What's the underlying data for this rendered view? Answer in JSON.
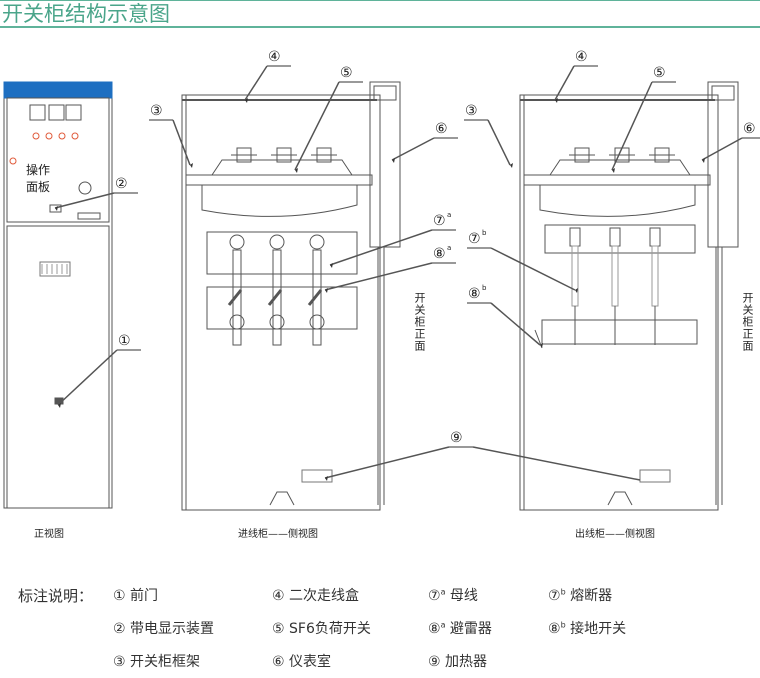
{
  "title": "开关柜结构示意图",
  "colors": {
    "accent": "#4aa58a",
    "panel_top": "#1e6fc1",
    "line": "#555555",
    "marker": "#e05a3a"
  },
  "views": {
    "front": "正视图",
    "incoming": "进线柜——侧视图",
    "outgoing": "出线柜——侧视图",
    "front_side_label": "开关柜正面",
    "operation_panel": "操作面板"
  },
  "callouts": {
    "c1": "①",
    "c2": "②",
    "c3": "③",
    "c4": "④",
    "c5": "⑤",
    "c6": "⑥",
    "c7": "⑦",
    "c8": "⑧",
    "c9": "⑨",
    "a": "a",
    "b": "b"
  },
  "legend": {
    "heading": "标注说明：",
    "items": [
      {
        "num": "①",
        "sup": "",
        "label": "前门"
      },
      {
        "num": "②",
        "sup": "",
        "label": "带电显示装置"
      },
      {
        "num": "③",
        "sup": "",
        "label": "开关柜框架"
      },
      {
        "num": "④",
        "sup": "",
        "label": "二次走线盒"
      },
      {
        "num": "⑤",
        "sup": "",
        "label": "SF6负荷开关"
      },
      {
        "num": "⑥",
        "sup": "",
        "label": "仪表室"
      },
      {
        "num": "⑦",
        "sup": "a",
        "label": "母线"
      },
      {
        "num": "⑧",
        "sup": "a",
        "label": "避雷器"
      },
      {
        "num": "⑨",
        "sup": "",
        "label": "加热器"
      },
      {
        "num": "⑦",
        "sup": "b",
        "label": "熔断器"
      },
      {
        "num": "⑧",
        "sup": "b",
        "label": "接地开关"
      }
    ]
  }
}
